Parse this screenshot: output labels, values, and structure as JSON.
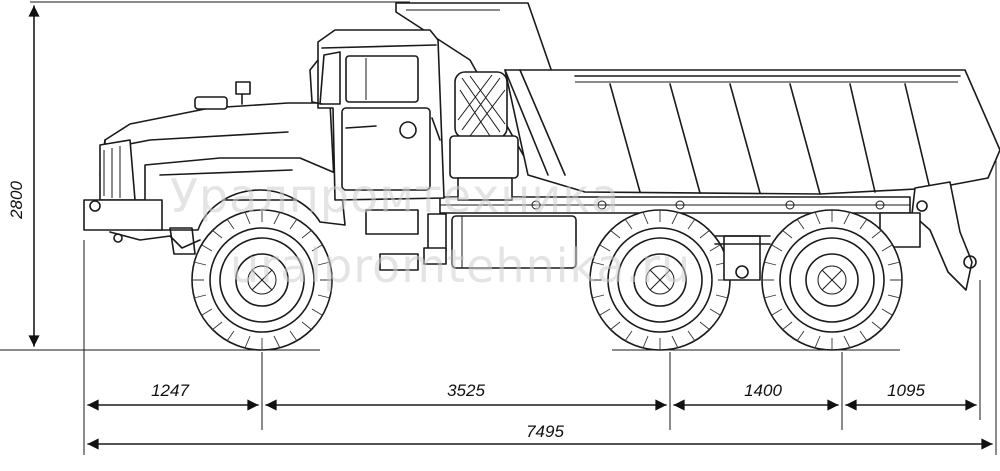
{
  "dimensions": {
    "height": "2800",
    "front_overhang": "1247",
    "wheelbase_front": "3525",
    "rear_bogie": "1400",
    "rear_overhang": "1095",
    "overall_length": "7495"
  },
  "watermark": {
    "line1": "Уралпромтехника",
    "line2": "uralpromtehnika.ru"
  },
  "colors": {
    "line": "#1a1a1a",
    "background": "#ffffff",
    "watermark": "#cfcfcf"
  }
}
